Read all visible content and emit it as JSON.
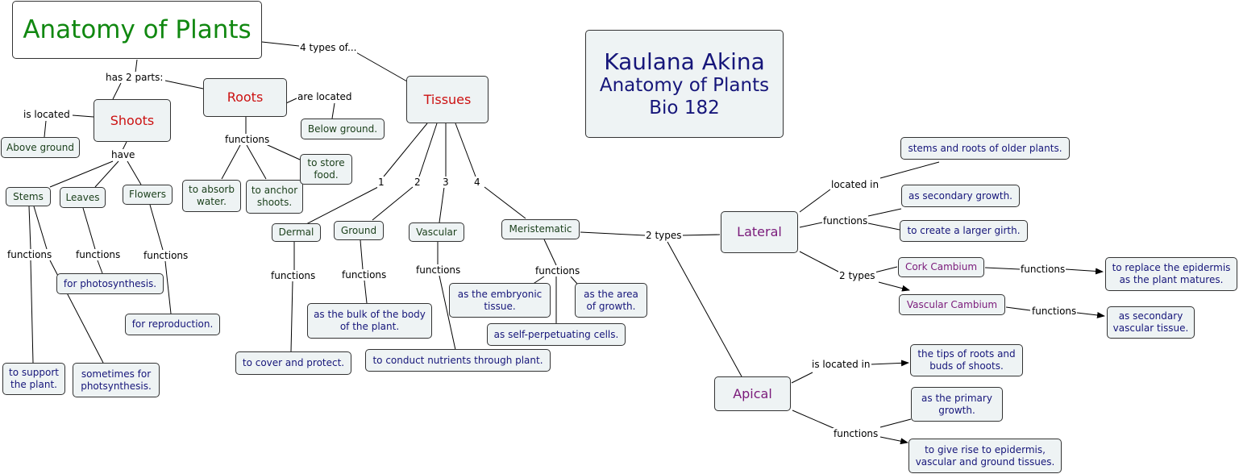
{
  "title": "Anatomy of Plants",
  "info": {
    "line1": "Kaulana Akina",
    "line2": "Anatomy of Plants",
    "line3": "Bio 182"
  },
  "nodes": {
    "roots": "Roots",
    "shoots": "Shoots",
    "tissues": "Tissues",
    "above_ground": "Above ground",
    "below_ground": "Below ground.",
    "stems": "Stems",
    "leaves": "Leaves",
    "flowers": "Flowers",
    "to_absorb": "to absorb water.",
    "to_anchor": "to anchor shoots.",
    "to_store": "to store food.",
    "photosynthesis": "for photosynthesis.",
    "reproduction": "for reproduction.",
    "support": "to support the plant.",
    "sometimes": "sometimes for photsynthesis.",
    "dermal": "Dermal",
    "ground": "Ground",
    "vascular": "Vascular",
    "meristematic": "Meristematic",
    "cover": "to cover and protect.",
    "bulk": "as the bulk of the body of the plant.",
    "conduct": "to conduct nutrients through plant.",
    "embryonic": "as the embryonic tissue.",
    "area_growth": "as the area of growth.",
    "self_perp": "as self-perpetuating cells.",
    "lateral": "Lateral",
    "apical": "Apical",
    "stems_roots_older": "stems and roots of older plants.",
    "secondary_growth": "as secondary growth.",
    "larger_girth": "to create a larger girth.",
    "cork": "Cork Cambium",
    "vasc_cambium": "Vascular Cambium",
    "replace_epidermis": "to replace the epidermis as the plant matures.",
    "secondary_vascular": "as secondary vascular tissue.",
    "tips": "the tips of roots and buds of shoots.",
    "primary_growth": "as the primary growth.",
    "give_rise": "to give rise to epidermis, vascular and ground tissues."
  },
  "labels": {
    "four_types": "4 types of...",
    "has_2_parts": "has 2 parts:",
    "is_located": "is located",
    "are_located": "are located",
    "functions_roots": "functions",
    "have": "have",
    "f_stems": "functions",
    "f_leaves": "functions",
    "f_flowers": "functions",
    "n1": "1",
    "n2": "2",
    "n3": "3",
    "n4": "4",
    "f_dermal": "functions",
    "f_ground": "functions",
    "f_vascular": "functions",
    "f_merist": "functions",
    "two_types": "2 types",
    "located_in": "located in",
    "f_lateral": "functions",
    "two_types_lat": "2 types",
    "f_cork": "functions",
    "f_vc": "functions",
    "is_located_in": "is located in",
    "f_apical": "functions"
  },
  "colors": {
    "node_bg": "#eef3f4",
    "title_green": "#118811",
    "red": "#cc1111",
    "navy": "#16167a",
    "purple": "#7a1a7a"
  }
}
